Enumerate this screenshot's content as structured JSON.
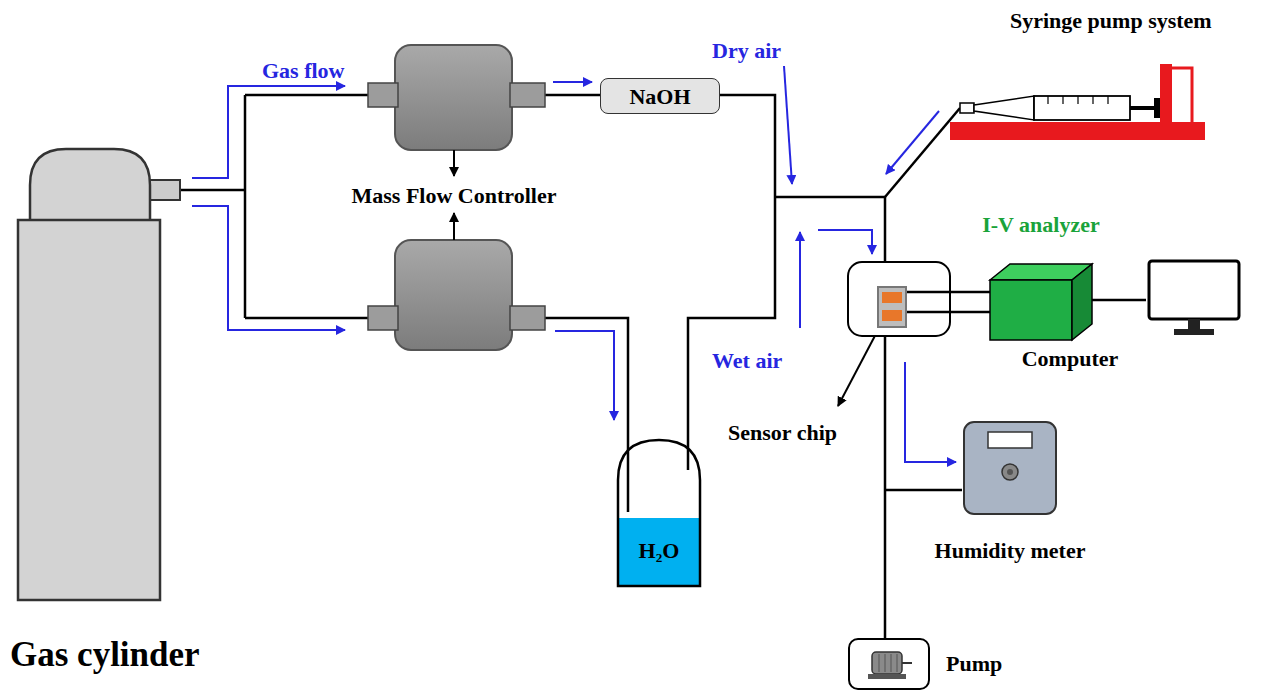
{
  "diagram": {
    "nodes": [
      {
        "text": [
          "Gas cylinder"
        ]
      },
      {
        "text": [
          "NaOH"
        ]
      },
      {
        "text": [
          "H₂O"
        ]
      },
      {
        "text": [
          "Syringe pump system"
        ]
      },
      {
        "text": [
          "I-V analyzer"
        ]
      },
      {
        "text": [
          "Computer"
        ]
      },
      {
        "text": [
          "Humidity meter"
        ]
      },
      {
        "text": [
          "Pump"
        ]
      }
    ],
    "edges": [
      {
        "from": 4,
        "to": 5,
        "arrow": "none"
      }
    ],
    "labels": [
      "Gas flow",
      "Mass Flow Controller",
      "Dry air",
      "Wet air",
      "Sensor chip"
    ]
  }
}
